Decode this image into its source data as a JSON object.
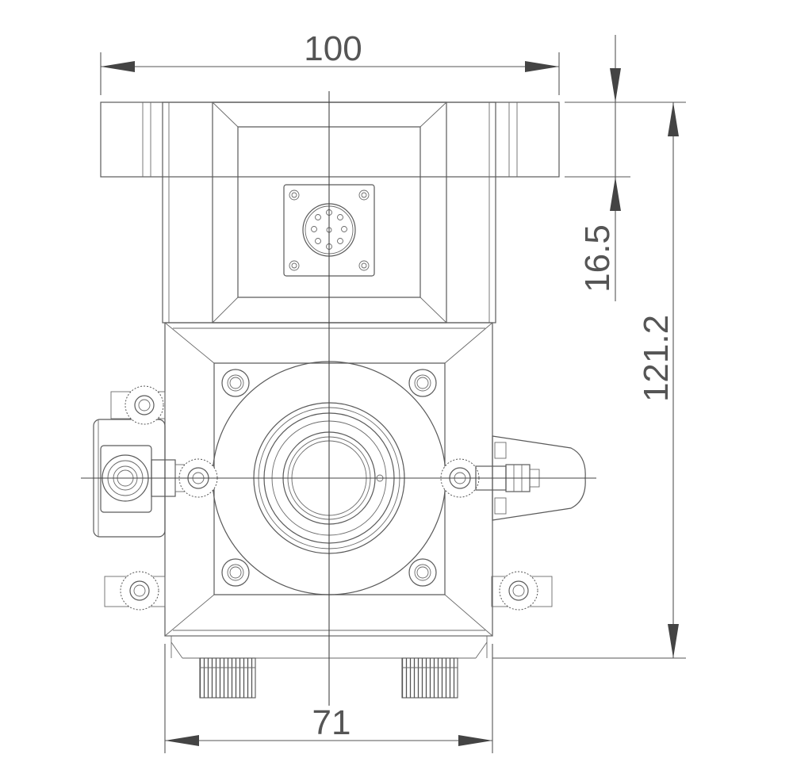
{
  "drawing": {
    "type": "engineering-drawing",
    "dimensions": {
      "top_width": "100",
      "bottom_width": "71",
      "flange_height": "16.5",
      "total_height": "121.2"
    }
  }
}
